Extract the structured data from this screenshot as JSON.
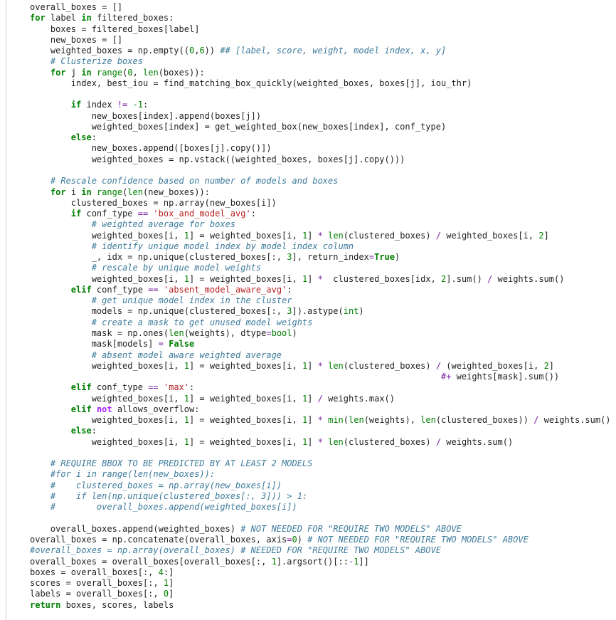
{
  "cell": {
    "language": "python",
    "lines": [
      [
        [
          "",
          "overall_boxes = []"
        ]
      ],
      [
        [
          "kw",
          "for"
        ],
        [
          "",
          " label "
        ],
        [
          "kw",
          "in"
        ],
        [
          "",
          " filtered_boxes:"
        ]
      ],
      [
        [
          "",
          "    boxes = filtered_boxes[label]"
        ]
      ],
      [
        [
          "",
          "    new_boxes = []"
        ]
      ],
      [
        [
          "",
          "    weighted_boxes = np.empty(("
        ],
        [
          "num",
          "0"
        ],
        [
          "",
          ","
        ],
        [
          "num",
          "6"
        ],
        [
          "",
          ")) "
        ],
        [
          "cm",
          "## [label, score, weight, model index, x, y]"
        ]
      ],
      [
        [
          "",
          "    "
        ],
        [
          "cm",
          "# Clusterize boxes"
        ]
      ],
      [
        [
          "",
          "    "
        ],
        [
          "kw",
          "for"
        ],
        [
          "",
          " j "
        ],
        [
          "kw",
          "in"
        ],
        [
          "",
          " "
        ],
        [
          "bi",
          "range"
        ],
        [
          "",
          "("
        ],
        [
          "num",
          "0"
        ],
        [
          "",
          ", "
        ],
        [
          "bi",
          "len"
        ],
        [
          "",
          "(boxes)):"
        ]
      ],
      [
        [
          "",
          "        index, best_iou = find_matching_box_quickly(weighted_boxes, boxes[j], iou_thr)"
        ]
      ],
      [
        [
          "",
          ""
        ]
      ],
      [
        [
          "",
          "        "
        ],
        [
          "kw",
          "if"
        ],
        [
          "",
          " index "
        ],
        [
          "op",
          "!="
        ],
        [
          "",
          " "
        ],
        [
          "num",
          "-1"
        ],
        [
          "",
          ":"
        ]
      ],
      [
        [
          "",
          "            new_boxes[index].append(boxes[j])"
        ]
      ],
      [
        [
          "",
          "            weighted_boxes[index] = get_weighted_box(new_boxes[index], conf_type)"
        ]
      ],
      [
        [
          "",
          "        "
        ],
        [
          "kw",
          "else"
        ],
        [
          "",
          ":"
        ]
      ],
      [
        [
          "",
          "            new_boxes.append([boxes[j].copy()])"
        ]
      ],
      [
        [
          "",
          "            weighted_boxes = np.vstack((weighted_boxes, boxes[j].copy()))"
        ]
      ],
      [
        [
          "",
          ""
        ]
      ],
      [
        [
          "",
          "    "
        ],
        [
          "cm",
          "# Rescale confidence based on number of models and boxes"
        ]
      ],
      [
        [
          "",
          "    "
        ],
        [
          "kw",
          "for"
        ],
        [
          "",
          " i "
        ],
        [
          "kw",
          "in"
        ],
        [
          "",
          " "
        ],
        [
          "bi",
          "range"
        ],
        [
          "",
          "("
        ],
        [
          "bi",
          "len"
        ],
        [
          "",
          "(new_boxes)):"
        ]
      ],
      [
        [
          "",
          "        clustered_boxes = np.array(new_boxes[i])"
        ]
      ],
      [
        [
          "",
          "        "
        ],
        [
          "kw",
          "if"
        ],
        [
          "",
          " conf_type "
        ],
        [
          "op",
          "=="
        ],
        [
          "",
          " "
        ],
        [
          "str",
          "'box_and_model_avg'"
        ],
        [
          "",
          ":"
        ]
      ],
      [
        [
          "",
          "            "
        ],
        [
          "cm",
          "# weighted average for boxes"
        ]
      ],
      [
        [
          "",
          "            weighted_boxes[i, "
        ],
        [
          "num",
          "1"
        ],
        [
          "",
          "] = weighted_boxes[i, "
        ],
        [
          "num",
          "1"
        ],
        [
          "",
          "] "
        ],
        [
          "op",
          "*"
        ],
        [
          "",
          " "
        ],
        [
          "bi",
          "len"
        ],
        [
          "",
          "(clustered_boxes) "
        ],
        [
          "op",
          "/"
        ],
        [
          "",
          " weighted_boxes[i, "
        ],
        [
          "num",
          "2"
        ],
        [
          "",
          "]"
        ]
      ],
      [
        [
          "",
          "            "
        ],
        [
          "cm",
          "# identify unique model index by model index column"
        ]
      ],
      [
        [
          "",
          "            _, idx = np.unique(clustered_boxes[:, "
        ],
        [
          "num",
          "3"
        ],
        [
          "",
          "], return_index"
        ],
        [
          "op",
          "="
        ],
        [
          "cn",
          "True"
        ],
        [
          "",
          ")"
        ]
      ],
      [
        [
          "",
          "            "
        ],
        [
          "cm",
          "# rescale by unique model weights"
        ]
      ],
      [
        [
          "",
          "            weighted_boxes[i, "
        ],
        [
          "num",
          "1"
        ],
        [
          "",
          "] = weighted_boxes[i, "
        ],
        [
          "num",
          "1"
        ],
        [
          "",
          "] "
        ],
        [
          "op",
          "*"
        ],
        [
          "",
          "  clustered_boxes[idx, "
        ],
        [
          "num",
          "2"
        ],
        [
          "",
          "].sum() "
        ],
        [
          "op",
          "/"
        ],
        [
          "",
          " weights.sum()"
        ]
      ],
      [
        [
          "",
          "        "
        ],
        [
          "kw",
          "elif"
        ],
        [
          "",
          " conf_type "
        ],
        [
          "op",
          "=="
        ],
        [
          "",
          " "
        ],
        [
          "str",
          "'absent_model_aware_avg'"
        ],
        [
          "",
          ":"
        ]
      ],
      [
        [
          "",
          "            "
        ],
        [
          "cm",
          "# get unique model index in the cluster"
        ]
      ],
      [
        [
          "",
          "            models = np.unique(clustered_boxes[:, "
        ],
        [
          "num",
          "3"
        ],
        [
          "",
          "]).astype("
        ],
        [
          "bi",
          "int"
        ],
        [
          "",
          ")"
        ]
      ],
      [
        [
          "",
          "            "
        ],
        [
          "cm",
          "# create a mask to get unused model weights"
        ]
      ],
      [
        [
          "",
          "            mask = np.ones("
        ],
        [
          "bi",
          "len"
        ],
        [
          "",
          "(weights), dtype"
        ],
        [
          "op",
          "="
        ],
        [
          "bi",
          "bool"
        ],
        [
          "",
          ")"
        ]
      ],
      [
        [
          "",
          "            mask[models] "
        ],
        [
          "op",
          "="
        ],
        [
          "",
          " "
        ],
        [
          "cn",
          "False"
        ]
      ],
      [
        [
          "",
          "            "
        ],
        [
          "cm",
          "# absent model aware weighted average"
        ]
      ],
      [
        [
          "",
          "            weighted_boxes[i, "
        ],
        [
          "num",
          "1"
        ],
        [
          "",
          "] = weighted_boxes[i, "
        ],
        [
          "num",
          "1"
        ],
        [
          "",
          "] "
        ],
        [
          "op",
          "*"
        ],
        [
          "",
          " "
        ],
        [
          "bi",
          "len"
        ],
        [
          "",
          "(clustered_boxes) "
        ],
        [
          "op",
          "/"
        ],
        [
          "",
          " (weighted_boxes[i, "
        ],
        [
          "num",
          "2"
        ],
        [
          "",
          "]"
        ]
      ],
      [
        [
          "",
          "                                                                                "
        ],
        [
          "op",
          "#+"
        ],
        [
          "",
          " weights[mask].sum())"
        ]
      ],
      [
        [
          "",
          "        "
        ],
        [
          "kw",
          "elif"
        ],
        [
          "",
          " conf_type "
        ],
        [
          "op",
          "=="
        ],
        [
          "",
          " "
        ],
        [
          "str",
          "'max'"
        ],
        [
          "",
          ":"
        ]
      ],
      [
        [
          "",
          "            weighted_boxes[i, "
        ],
        [
          "num",
          "1"
        ],
        [
          "",
          "] = weighted_boxes[i, "
        ],
        [
          "num",
          "1"
        ],
        [
          "",
          "] "
        ],
        [
          "op",
          "/"
        ],
        [
          "",
          " weights.max()"
        ]
      ],
      [
        [
          "",
          "        "
        ],
        [
          "kw",
          "elif"
        ],
        [
          "",
          " "
        ],
        [
          "opk",
          "not"
        ],
        [
          "",
          " allows_overflow:"
        ]
      ],
      [
        [
          "",
          "            weighted_boxes[i, "
        ],
        [
          "num",
          "1"
        ],
        [
          "",
          "] = weighted_boxes[i, "
        ],
        [
          "num",
          "1"
        ],
        [
          "",
          "] "
        ],
        [
          "op",
          "*"
        ],
        [
          "",
          " "
        ],
        [
          "bi",
          "min"
        ],
        [
          "",
          "("
        ],
        [
          "bi",
          "len"
        ],
        [
          "",
          "(weights), "
        ],
        [
          "bi",
          "len"
        ],
        [
          "",
          "(clustered_boxes)) "
        ],
        [
          "op",
          "/"
        ],
        [
          "",
          " weights.sum()"
        ]
      ],
      [
        [
          "",
          "        "
        ],
        [
          "kw",
          "else"
        ],
        [
          "",
          ":"
        ]
      ],
      [
        [
          "",
          "            weighted_boxes[i, "
        ],
        [
          "num",
          "1"
        ],
        [
          "",
          "] = weighted_boxes[i, "
        ],
        [
          "num",
          "1"
        ],
        [
          "",
          "] "
        ],
        [
          "op",
          "*"
        ],
        [
          "",
          " "
        ],
        [
          "bi",
          "len"
        ],
        [
          "",
          "(clustered_boxes) "
        ],
        [
          "op",
          "/"
        ],
        [
          "",
          " weights.sum()"
        ]
      ],
      [
        [
          "",
          ""
        ]
      ],
      [
        [
          "",
          "    "
        ],
        [
          "cm",
          "# REQUIRE BBOX TO BE PREDICTED BY AT LEAST 2 MODELS"
        ]
      ],
      [
        [
          "",
          "    "
        ],
        [
          "cm",
          "#for i in range(len(new_boxes)):"
        ]
      ],
      [
        [
          "",
          "    "
        ],
        [
          "cm",
          "#    clustered_boxes = np.array(new_boxes[i])"
        ]
      ],
      [
        [
          "",
          "    "
        ],
        [
          "cm",
          "#    if len(np.unique(clustered_boxes[:, 3])) > 1:"
        ]
      ],
      [
        [
          "",
          "    "
        ],
        [
          "cm",
          "#        overall_boxes.append(weighted_boxes[i])"
        ]
      ],
      [
        [
          "",
          ""
        ]
      ],
      [
        [
          "",
          "    overall_boxes.append(weighted_boxes) "
        ],
        [
          "cm",
          "# NOT NEEDED FOR \"REQUIRE TWO MODELS\" ABOVE"
        ]
      ],
      [
        [
          "",
          "overall_boxes = np.concatenate(overall_boxes, axis"
        ],
        [
          "op",
          "="
        ],
        [
          "num",
          "0"
        ],
        [
          "",
          ") "
        ],
        [
          "cm",
          "# NOT NEEDED FOR \"REQUIRE TWO MODELS\" ABOVE"
        ]
      ],
      [
        [
          "cm",
          "#overall_boxes = np.array(overall_boxes) # NEEDED FOR \"REQUIRE TWO MODELS\" ABOVE"
        ]
      ],
      [
        [
          "",
          "overall_boxes = overall_boxes[overall_boxes[:, "
        ],
        [
          "num",
          "1"
        ],
        [
          "",
          "].argsort()[::"
        ],
        [
          "op",
          "-"
        ],
        [
          "num",
          "1"
        ],
        [
          "",
          "]]"
        ]
      ],
      [
        [
          "",
          "boxes = overall_boxes[:, "
        ],
        [
          "num",
          "4"
        ],
        [
          "",
          ":]"
        ]
      ],
      [
        [
          "",
          "scores = overall_boxes[:, "
        ],
        [
          "num",
          "1"
        ],
        [
          "",
          "]"
        ]
      ],
      [
        [
          "",
          "labels = overall_boxes[:, "
        ],
        [
          "num",
          "0"
        ],
        [
          "",
          "]"
        ]
      ],
      [
        [
          "kw",
          "return"
        ],
        [
          "",
          " boxes, scores, labels"
        ]
      ]
    ]
  }
}
